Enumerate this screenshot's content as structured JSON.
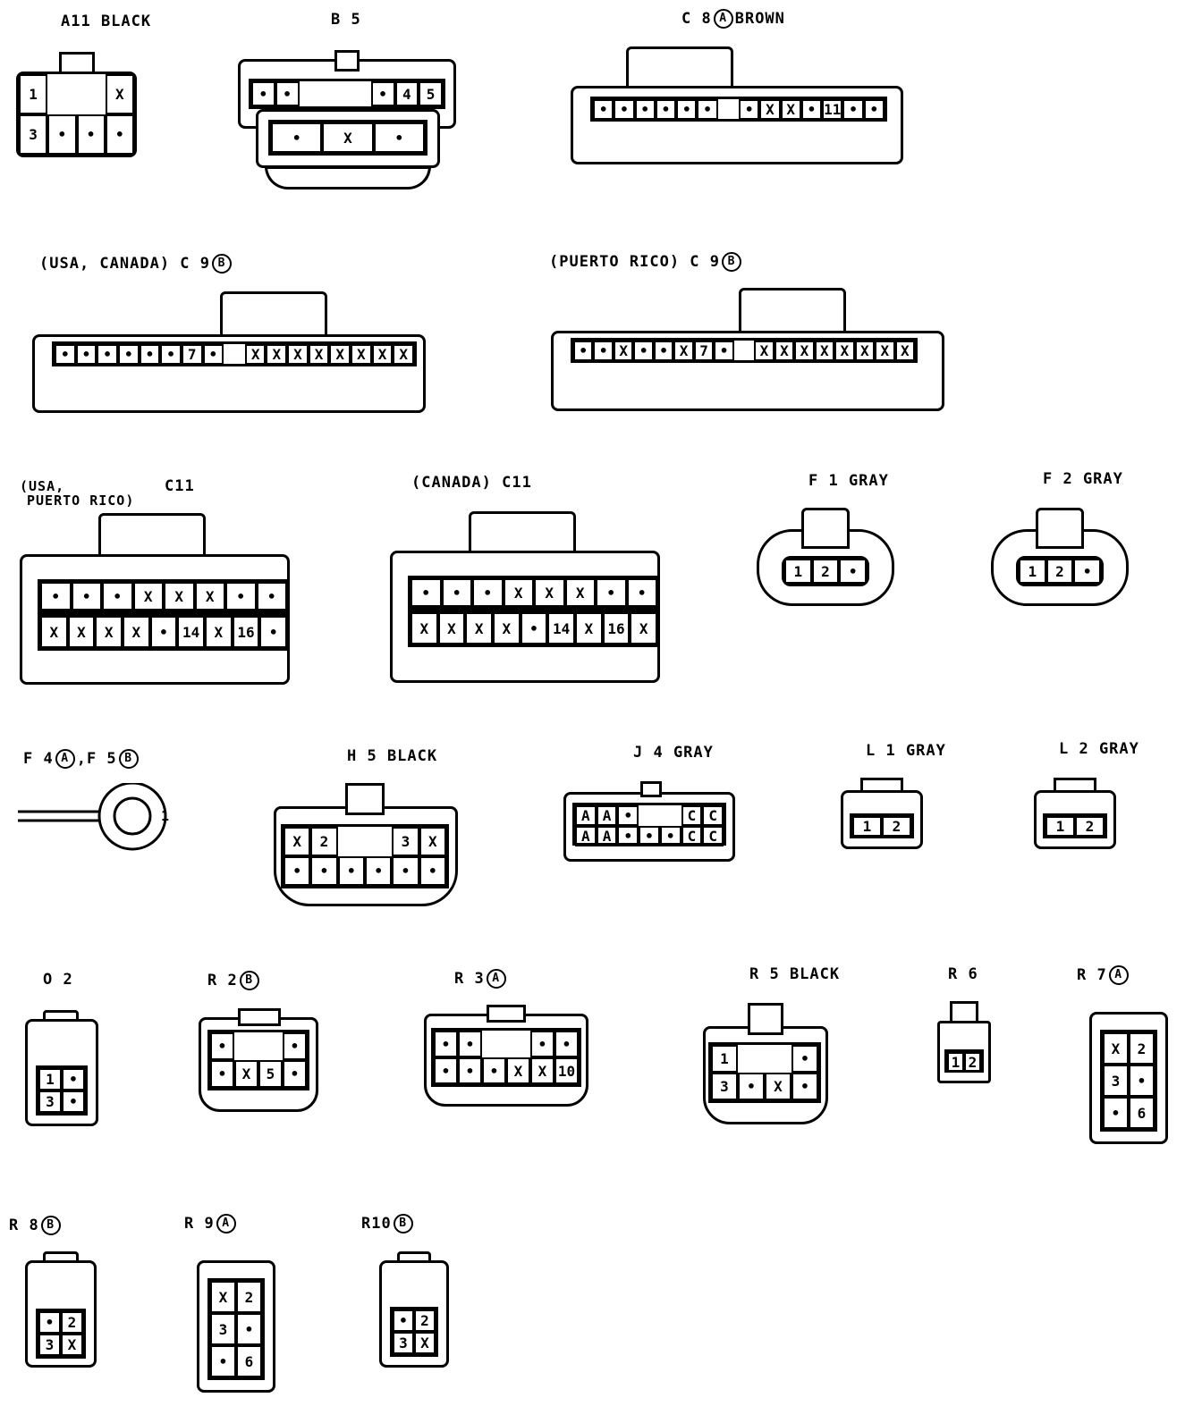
{
  "connectors": [
    {
      "id": "A11",
      "label": "A11 BLACK",
      "rows": [
        [
          "1",
          "",
          "",
          "X"
        ],
        [
          "3",
          "•",
          "•",
          "•"
        ]
      ]
    },
    {
      "id": "B5",
      "label": "B 5",
      "rows": [
        [
          "•",
          "•",
          "",
          "",
          "",
          "•",
          "4",
          "5"
        ]
      ],
      "rows2": [
        [
          "•",
          "X",
          "•"
        ]
      ]
    },
    {
      "id": "C8",
      "label_pre": "C 8",
      "circle": "A",
      "label_post": "BROWN",
      "rows": [
        [
          "•",
          "•",
          "•",
          "•",
          "•",
          "•",
          "",
          "•",
          "X",
          "X",
          "•",
          "11",
          "•",
          "•"
        ]
      ]
    },
    {
      "id": "C9-USA",
      "label_pre": "(USA, CANADA) C 9",
      "circle": "B",
      "rows": [
        [
          "•",
          "•",
          "•",
          "•",
          "•",
          "•",
          "7",
          "•",
          "",
          "X",
          "X",
          "X",
          "X",
          "X",
          "X",
          "X",
          "X"
        ]
      ]
    },
    {
      "id": "C9-PR",
      "label_pre": "(PUERTO RICO) C 9",
      "circle": "B",
      "rows": [
        [
          "•",
          "•",
          "X",
          "•",
          "•",
          "X",
          "7",
          "•",
          "",
          "X",
          "X",
          "X",
          "X",
          "X",
          "X",
          "X",
          "X"
        ]
      ]
    },
    {
      "id": "C11-USA",
      "label_line1": "(USA,",
      "label_line2": "PUERTO RICO)",
      "label_id": "C11",
      "rows": [
        [
          "•",
          "•",
          "•",
          "X",
          "X",
          "X",
          "•",
          "•"
        ],
        [
          "X",
          "X",
          "X",
          "X",
          "•",
          "14",
          "X",
          "16",
          "•"
        ]
      ]
    },
    {
      "id": "C11-CAN",
      "label_pre": "(CANADA) C11",
      "rows": [
        [
          "•",
          "•",
          "•",
          "X",
          "X",
          "X",
          "•",
          "•"
        ],
        [
          "X",
          "X",
          "X",
          "X",
          "•",
          "14",
          "X",
          "16",
          "X"
        ]
      ]
    },
    {
      "id": "F1",
      "label": "F 1 GRAY",
      "rows": [
        [
          "1",
          "2",
          "•"
        ]
      ]
    },
    {
      "id": "F2",
      "label": "F 2 GRAY",
      "rows": [
        [
          "1",
          "2",
          "•"
        ]
      ]
    },
    {
      "id": "F4F5",
      "label_a": "F 4",
      "circle_a": "A",
      "label_b": ",F 5",
      "circle_b": "B",
      "pin": "1"
    },
    {
      "id": "H5",
      "label": "H 5 BLACK",
      "rows": [
        [
          "X",
          "2",
          "",
          "",
          "3",
          "X"
        ],
        [
          "•",
          "•",
          "•",
          "•",
          "•",
          "•"
        ]
      ]
    },
    {
      "id": "J4",
      "label": "J 4 GRAY",
      "rows": [
        [
          "A",
          "A",
          "•",
          "",
          "",
          "C",
          "C"
        ],
        [
          "A",
          "A",
          "•",
          "•",
          "•",
          "C",
          "C"
        ]
      ]
    },
    {
      "id": "L1",
      "label": "L 1 GRAY",
      "rows": [
        [
          "1",
          "2"
        ]
      ]
    },
    {
      "id": "L2",
      "label": "L 2 GRAY",
      "rows": [
        [
          "1",
          "2"
        ]
      ]
    },
    {
      "id": "O2",
      "label": "O 2",
      "rows": [
        [
          "1",
          "•"
        ],
        [
          "3",
          "•"
        ]
      ]
    },
    {
      "id": "R2",
      "label_pre": "R 2",
      "circle": "B",
      "rows": [
        [
          "•",
          "",
          "",
          "•"
        ],
        [
          "•",
          "X",
          "5",
          "•"
        ]
      ]
    },
    {
      "id": "R3",
      "label_pre": "R 3",
      "circle": "A",
      "rows": [
        [
          "•",
          "•",
          "",
          "",
          "•",
          "•"
        ],
        [
          "•",
          "•",
          "•",
          "X",
          "X",
          "10"
        ]
      ]
    },
    {
      "id": "R5",
      "label": "R 5 BLACK",
      "rows": [
        [
          "1",
          "",
          "",
          "•"
        ],
        [
          "3",
          "•",
          "X",
          "•"
        ]
      ]
    },
    {
      "id": "R6",
      "label": "R 6",
      "rows": [
        [
          "1",
          "2"
        ]
      ]
    },
    {
      "id": "R7",
      "label_pre": "R 7",
      "circle": "A",
      "rows": [
        [
          "X",
          "2"
        ],
        [
          "3",
          "•"
        ],
        [
          "•",
          "6"
        ]
      ]
    },
    {
      "id": "R8",
      "label_pre": "R 8",
      "circle": "B",
      "rows": [
        [
          "•",
          "2"
        ],
        [
          "3",
          "X"
        ]
      ]
    },
    {
      "id": "R9",
      "label_pre": "R 9",
      "circle": "A",
      "rows": [
        [
          "X",
          "2"
        ],
        [
          "3",
          "•"
        ],
        [
          "•",
          "6"
        ]
      ]
    },
    {
      "id": "R10",
      "label_pre": "R10",
      "circle": "B",
      "rows": [
        [
          "•",
          "2"
        ],
        [
          "3",
          "X"
        ]
      ]
    }
  ]
}
